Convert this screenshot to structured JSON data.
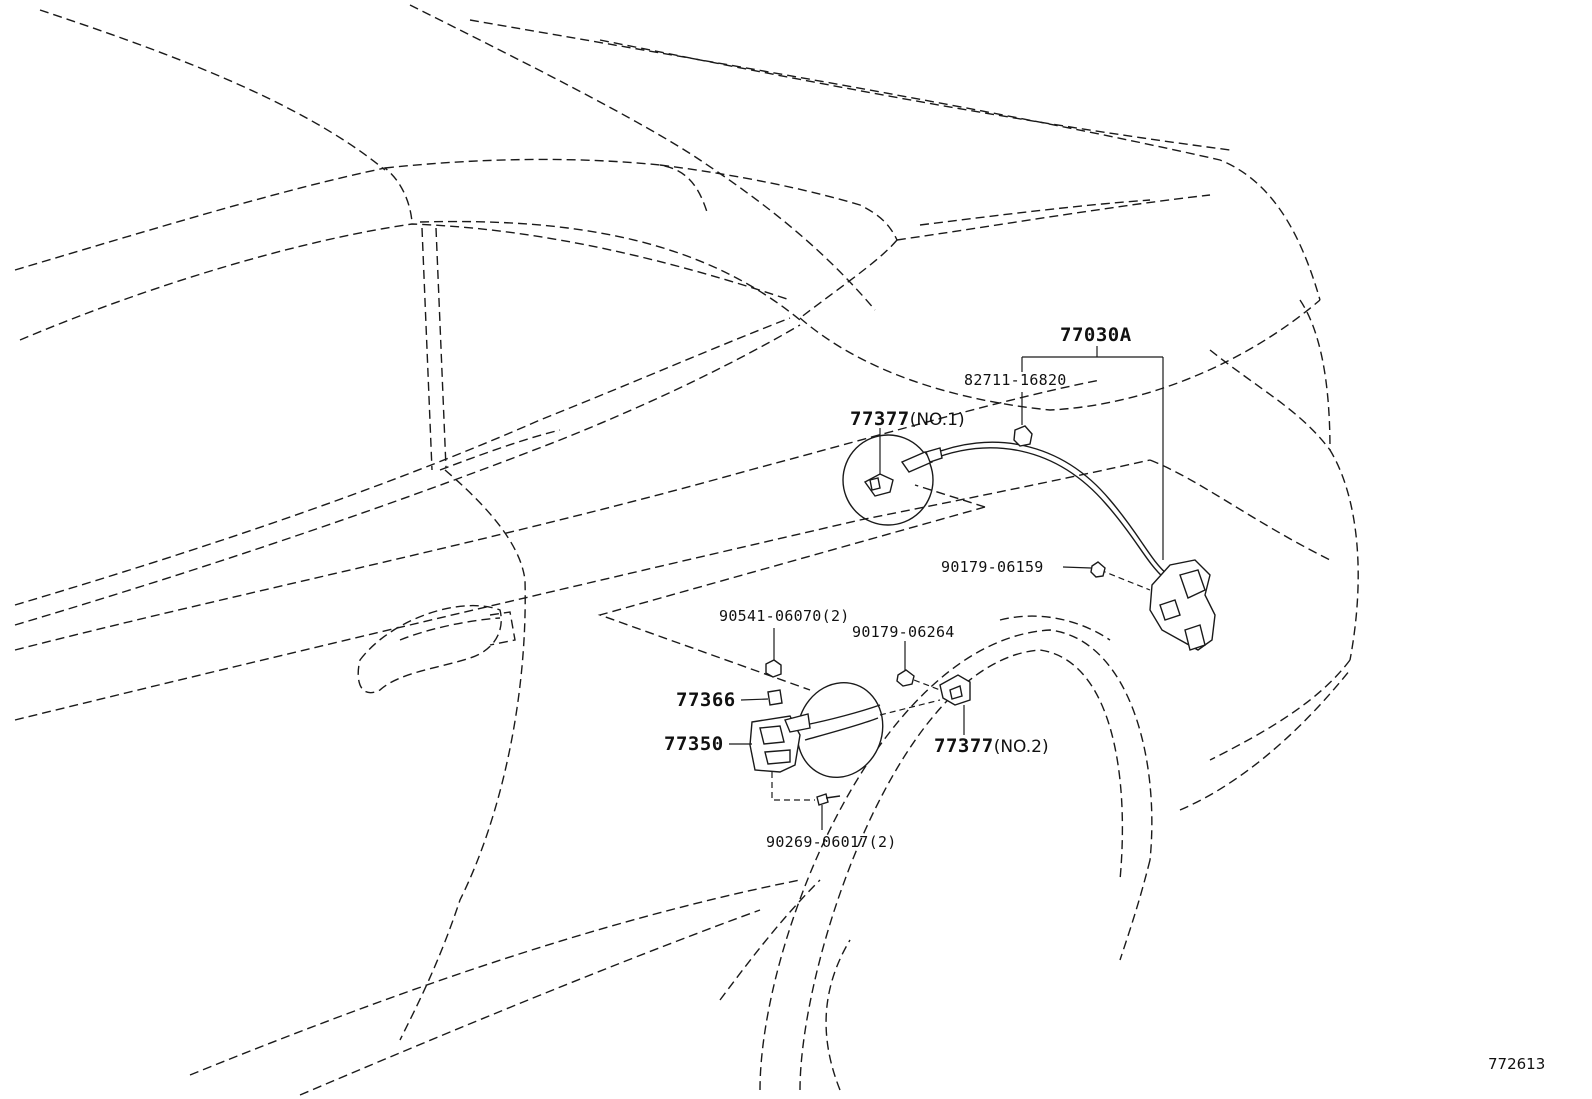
{
  "diagram": {
    "reference_number": "772613",
    "labels": {
      "assembly": "77030A",
      "clip_top": "82711-16820",
      "hinge_no1_code": "77377",
      "hinge_no1_suffix": "(NO.1)",
      "screw_right": "90179-06159",
      "nut_pair": "90541-06070(2)",
      "nut_mid": "90179-06264",
      "spring": "77366",
      "lid_assy": "77350",
      "hinge_no2_code": "77377",
      "hinge_no2_suffix": "(NO.2)",
      "screw_bottom": "90269-06017(2)"
    }
  }
}
